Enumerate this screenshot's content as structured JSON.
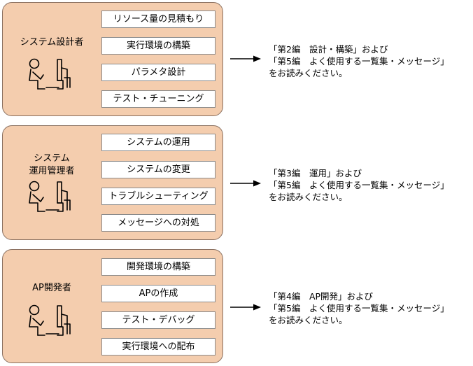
{
  "groups": [
    {
      "role": "システム設計者",
      "tasks": [
        "リソース量の見積もり",
        "実行環境の構築",
        "パラメタ設計",
        "テスト・チューニング"
      ],
      "refs": [
        "「第2編　設計・構築」および",
        "「第5編　よく使用する一覧集・メッセージ」",
        "をお読みください。"
      ]
    },
    {
      "role": "システム\n運用管理者",
      "tasks": [
        "システムの運用",
        "システムの変更",
        "トラブルシューティング",
        "メッセージへの対処"
      ],
      "refs": [
        "「第3編　運用」および",
        "「第5編　よく使用する一覧集・メッセージ」",
        "をお読みください。"
      ]
    },
    {
      "role": "AP開発者",
      "tasks": [
        "開発環境の構築",
        "APの作成",
        "テスト・デバッグ",
        "実行環境への配布"
      ],
      "refs": [
        "「第4編　AP開発」および",
        "「第5編　よく使用する一覧集・メッセージ」",
        "をお読みください。"
      ]
    }
  ],
  "icons": {
    "person": "person-at-computer-icon",
    "arrow": "right-arrow-icon"
  },
  "colors": {
    "panel": "#f4cdae",
    "border": "#8a7060"
  }
}
